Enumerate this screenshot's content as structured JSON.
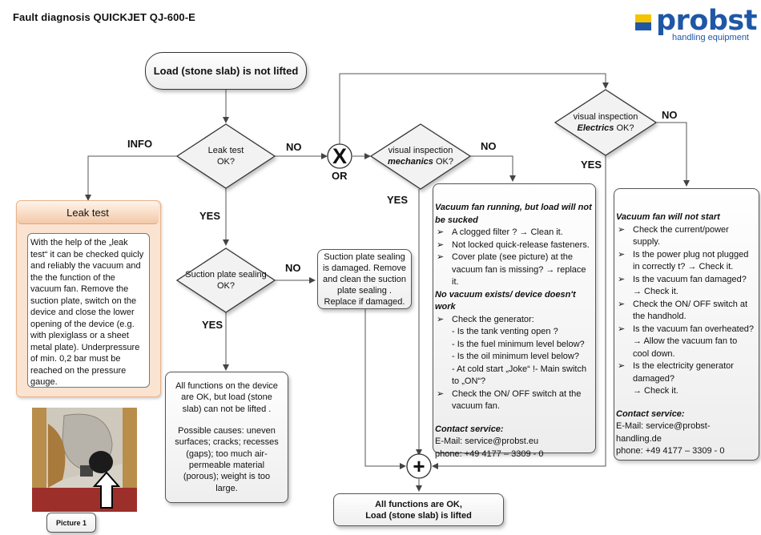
{
  "header": {
    "title": "Fault diagnosis QUICKJET QJ-600-E",
    "logo_word": "probst",
    "logo_tagline": "handling equipment"
  },
  "colors": {
    "brand_blue": "#1f57a6",
    "brand_yellow": "#f5c400",
    "leak_panel": "#fbe3d1"
  },
  "start": {
    "text": "Load (stone slab) is not lifted"
  },
  "end": {
    "line1": "All functions are OK,",
    "line2": "Load (stone slab) is lifted"
  },
  "decisions": {
    "leak_test": {
      "line1": "Leak test",
      "line2": "OK?"
    },
    "suction_sealing": {
      "line1": "Suction plate sealing",
      "line2": "OK?"
    },
    "mechanics": {
      "line1": "visual inspection",
      "emph": "mechanics",
      "suffix": " OK?"
    },
    "electrics": {
      "line1": "visual inspection",
      "emph": "Electrics",
      "suffix": " OK?"
    }
  },
  "labels": {
    "info": "INFO",
    "no": "NO",
    "yes": "YES",
    "or": "OR",
    "x_gate": "X",
    "plus_gate": "+"
  },
  "leak_panel": {
    "title": "Leak test",
    "body": "With the help of the „leak test“ it can be checked quicly and reliably the vacuum and the the function of the vacuum fan. Remove the suction plate, switch on the device and close the lower opening of the device (e.g. with plexiglass or a sheet metal plate). Underpressure of min. 0,2 bar must be reached on the pressure gauge."
  },
  "picture": {
    "caption": "Picture 1"
  },
  "sealing_box": {
    "line1": "Suction plate sealing is damaged. Remove and clean the suction plate sealing .",
    "line2": "Replace if damaged."
  },
  "device_box": {
    "para1": "All functions on the device are OK, but  load (stone slab) can not be lifted .",
    "para2": "Possible causes:  uneven surfaces;  cracks; recesses (gaps);  too much air-permeable material (porous); weight is too large."
  },
  "mech_panel": {
    "heading1": "Vacuum fan running, but load will not be sucked",
    "items1": [
      "A clogged filter ? → Clean it.",
      "Not locked quick-release fasteners.",
      "Cover plate (see picture) at the vacuum fan is missing? → replace it."
    ],
    "heading2": "No vacuum exists/ device doesn't work",
    "check_generator": "Check the generator:",
    "generator_sub": [
      "- Is the tank venting open ?",
      "- Is the fuel minimum level below?",
      "- Is the oil minimum level below?",
      "- At cold start „Joke“ !- Main switch to „ON“?"
    ],
    "item_switch": "Check the ON/ OFF switch at the vacuum fan.",
    "contact_heading": "Contact service:",
    "email": "E-Mail:  service@probst.eu",
    "phone": "phone:       +49 4177 – 3309 - 0"
  },
  "elec_panel": {
    "heading": "Vacuum fan will not start",
    "items": [
      {
        "text": "Check the current/power supply."
      },
      {
        "text": "Is the power plug not plugged in correctly t? → Check it."
      },
      {
        "text": "Is the vacuum fan damaged?",
        "sub": "→ Check it."
      },
      {
        "text": "Check the ON/ OFF switch at the handhold."
      },
      {
        "text": "Is the vacuum fan overheated?",
        "sub": "→ Allow the vacuum fan to cool down."
      },
      {
        "text": "Is the electricity generator damaged?",
        "sub": "→ Check it."
      }
    ],
    "contact_heading": "Contact service:",
    "email": "E-Mail:  service@probst-handling.de",
    "phone": "phone:        +49 4177 – 3309 - 0"
  }
}
